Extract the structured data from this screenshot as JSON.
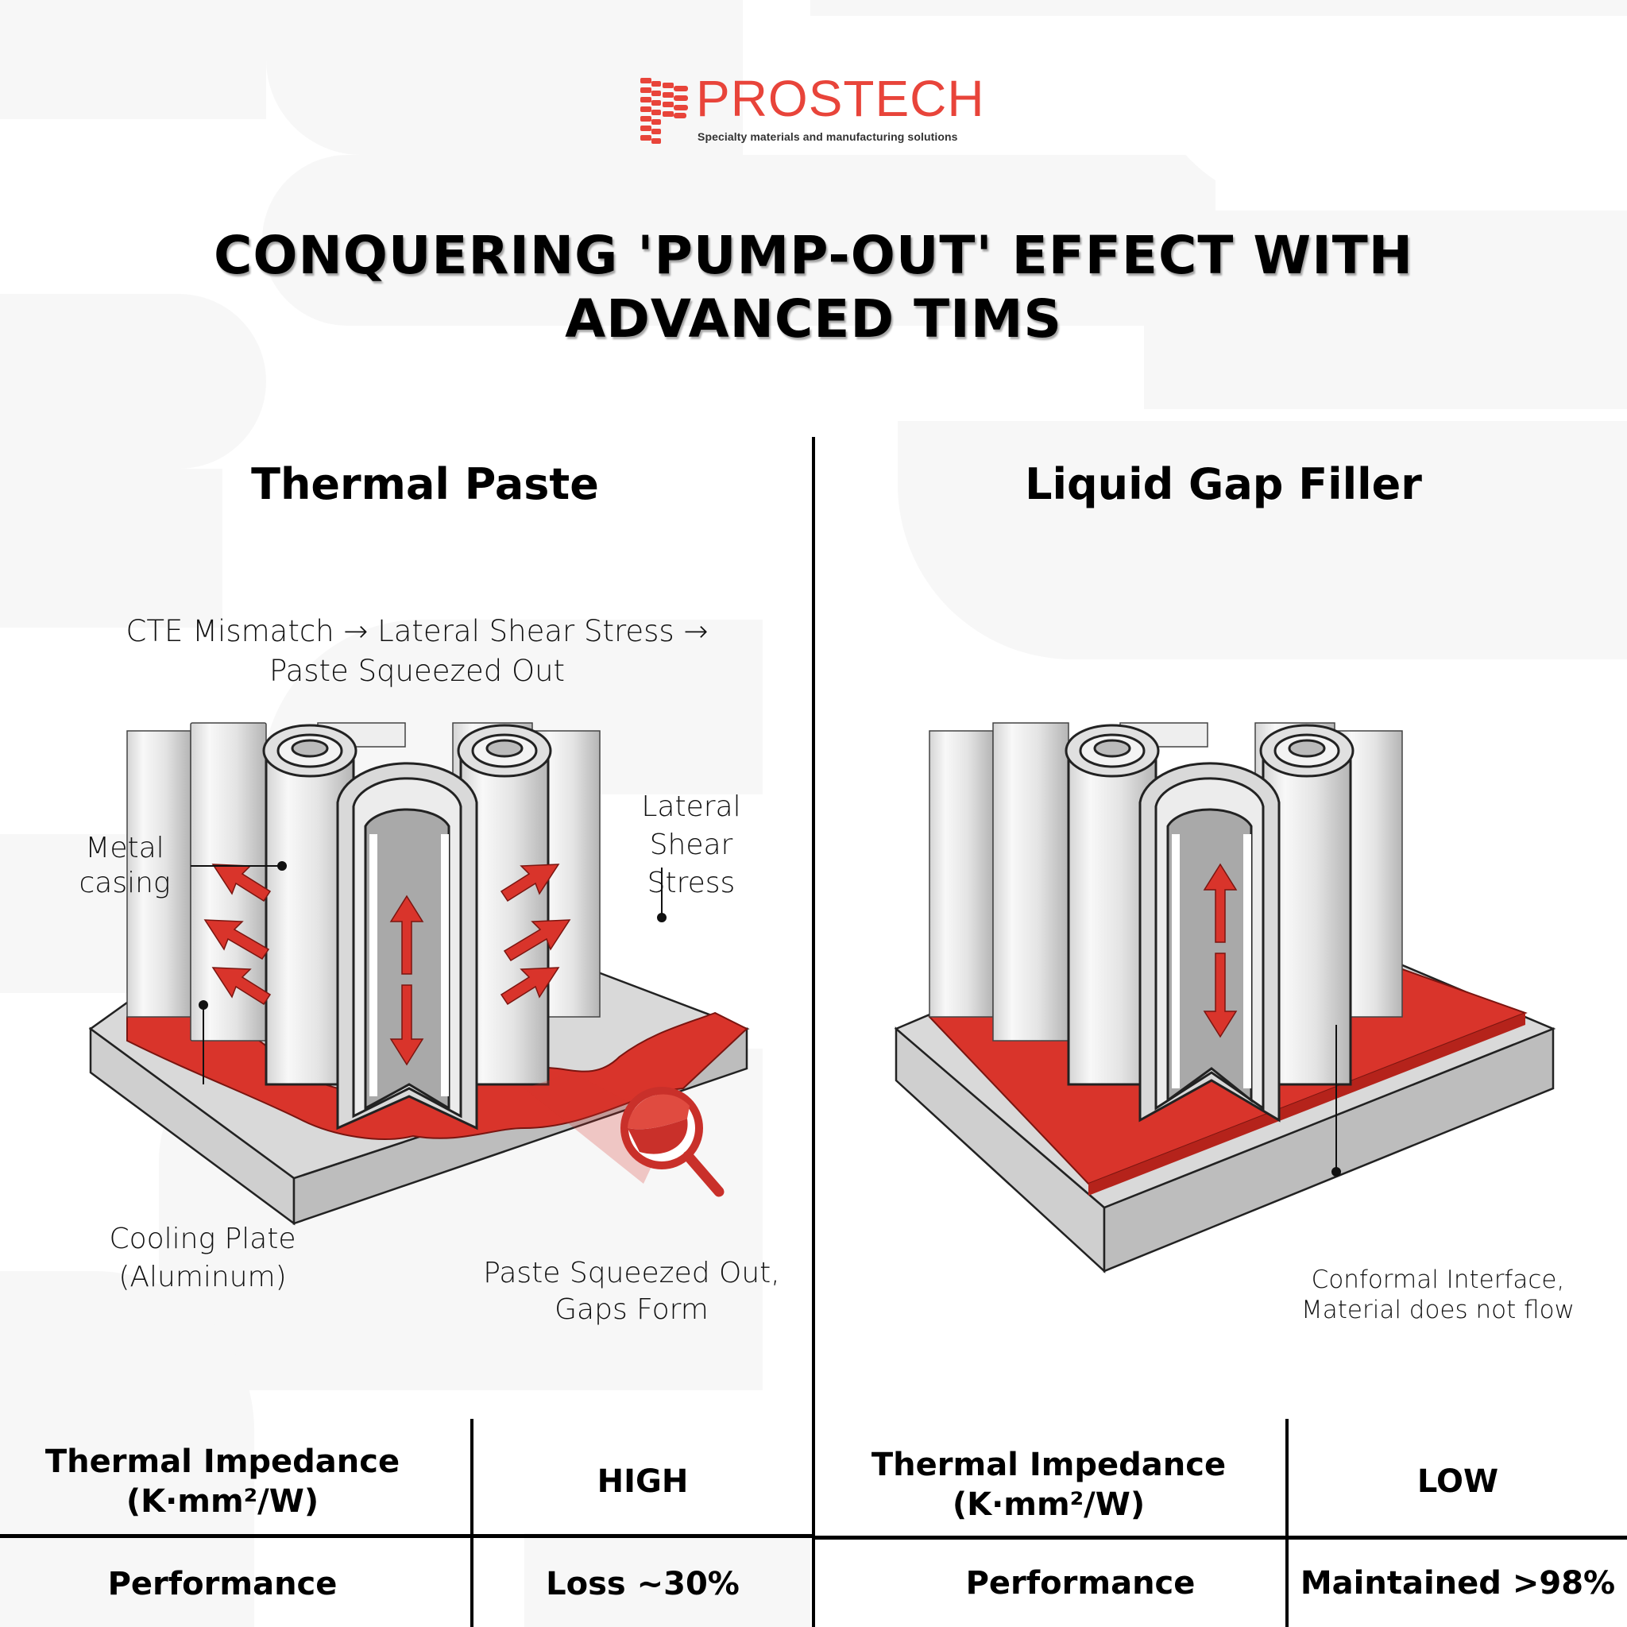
{
  "colors": {
    "brand": "#e8443a",
    "paste_red": "#d9342b",
    "background": "#ffffff",
    "background_shapes": "#f7f7f7",
    "metal_light": "#f2f2f2",
    "metal_mid": "#c8c8c8",
    "metal_dark": "#9a9a9a",
    "text": "#000000"
  },
  "logo": {
    "wordmark": "PROSTECH",
    "tagline": "Specialty materials and manufacturing solutions",
    "mark_icon": "prostech-striped-p-icon"
  },
  "title": {
    "line1": "CONQUERING 'PUMP-OUT' EFFECT WITH",
    "line2": "ADVANCED TIMS"
  },
  "left_panel": {
    "heading": "Thermal Paste",
    "caption_line1": "CTE Mismatch → Lateral Shear Stress →",
    "caption_line2": "Paste Squeezed Out",
    "labels": {
      "metal_casing_line1": "Metal",
      "metal_casing_line2": "casing",
      "lateral_line1": "Lateral",
      "lateral_line2": "Shear",
      "lateral_line3": "Stress",
      "cooling_plate_line1": "Cooling Plate",
      "cooling_plate_line2": "(Aluminum)",
      "squeezed_line1": "Paste Squeezed Out,",
      "squeezed_line2": "Gaps Form"
    },
    "illustration": {
      "subject": "battery-cell-array-on-cooling-plate",
      "interface_state": "wavy paste layer squeezed out",
      "icons": [
        "vertical-double-arrow-icon",
        "lateral-arrows-left-icon",
        "lateral-arrows-right-icon",
        "magnifying-glass-icon"
      ]
    },
    "table": {
      "rows": [
        {
          "label_line1": "Thermal Impedance",
          "label_line2": "(K·mm²/W)",
          "value": "HIGH"
        },
        {
          "label_line1": "Performance",
          "label_line2": "",
          "value": "Loss ~30%"
        }
      ]
    }
  },
  "right_panel": {
    "heading": "Liquid Gap Filler",
    "labels": {
      "conformal_line1": "Conformal Interface,",
      "conformal_line2": "Material does not flow"
    },
    "illustration": {
      "subject": "battery-cell-array-on-cooling-plate",
      "interface_state": "flat conformal gap filler layer",
      "icons": [
        "vertical-double-arrow-icon"
      ]
    },
    "table": {
      "rows": [
        {
          "label_line1": "Thermal Impedance",
          "label_line2": "(K·mm²/W)",
          "value": "LOW"
        },
        {
          "label_line1": "Performance",
          "label_line2": "",
          "value": "Maintained >98%"
        }
      ]
    }
  }
}
